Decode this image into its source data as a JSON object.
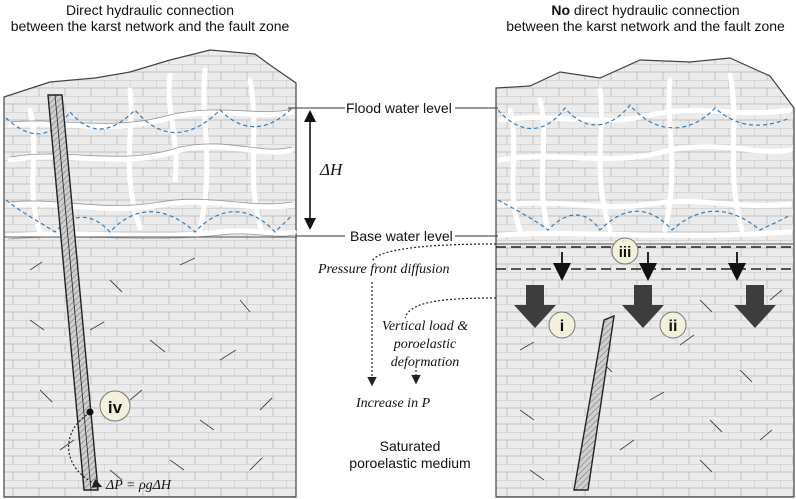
{
  "titles": {
    "left_line1": "Direct hydraulic connection",
    "left_line2": "between the karst network and the fault zone",
    "right_line1_bold": "No",
    "right_line1_rest": " direct hydraulic connection",
    "right_line2": "between the karst network and the fault zone"
  },
  "labels": {
    "flood_water_level": "Flood water level",
    "base_water_level": "Base water level",
    "delta_h": "ΔH",
    "pressure_front_diffusion": "Pressure front diffusion",
    "vertical_load_line1": "Vertical load &",
    "vertical_load_line2": "poroelastic",
    "vertical_load_line3": "deformation",
    "increase_in_p": "Increase in P",
    "saturated_line1": "Saturated",
    "saturated_line2": "poroelastic medium",
    "delta_p_formula": "ΔP = ρgΔH"
  },
  "markers": {
    "i": "i",
    "ii": "ii",
    "iii": "iii",
    "iv": "iv"
  },
  "colors": {
    "water_line": "#2f7fc1",
    "marker_fill": "#f3f1dc",
    "brick_line": "#b5b5b5",
    "rock_fill": "#ebebeb",
    "arrow_fill": "#3d3d3d"
  }
}
